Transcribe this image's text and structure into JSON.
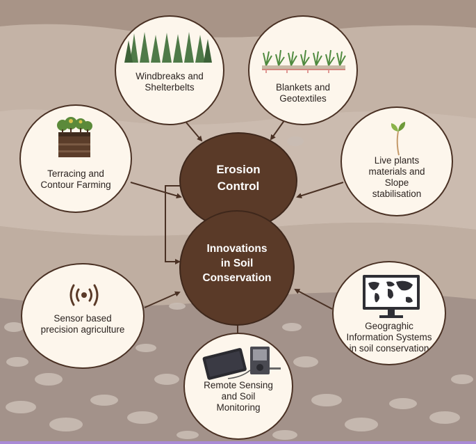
{
  "center_top": {
    "label": "Erosion\nControl"
  },
  "center_main": {
    "label": "Innovations\nin Soil\nConservation"
  },
  "nodes": {
    "windbreaks": {
      "label": "Windbreaks and\nShelterbelts",
      "icon": "pine-trees-icon"
    },
    "blankets": {
      "label": "Blankets and\nGeotextiles",
      "icon": "grass-mat-icon"
    },
    "terracing": {
      "label": "Terracing and\nContour Farming",
      "icon": "soil-profile-trees-icon"
    },
    "live_plants": {
      "label": "Live plants\nmaterials and\nSlope\nstabilisation",
      "icon": "seedling-icon"
    },
    "sensor": {
      "label": "Sensor based\nprecision agriculture",
      "icon": "wireless-signal-icon"
    },
    "gis": {
      "label": "Geograghic\nInformation Systems\nin soil conservation",
      "icon": "world-map-monitor-icon"
    },
    "remote": {
      "label": "Remote Sensing\nand Soil\nMonitoring",
      "icon": "tablet-and-soil-meter-icon"
    }
  },
  "colors": {
    "center_fill": "#5a3a28",
    "node_fill": "#fdf6ec",
    "arrow": "#4a3124",
    "frame_bottom": "#a98ad6"
  }
}
